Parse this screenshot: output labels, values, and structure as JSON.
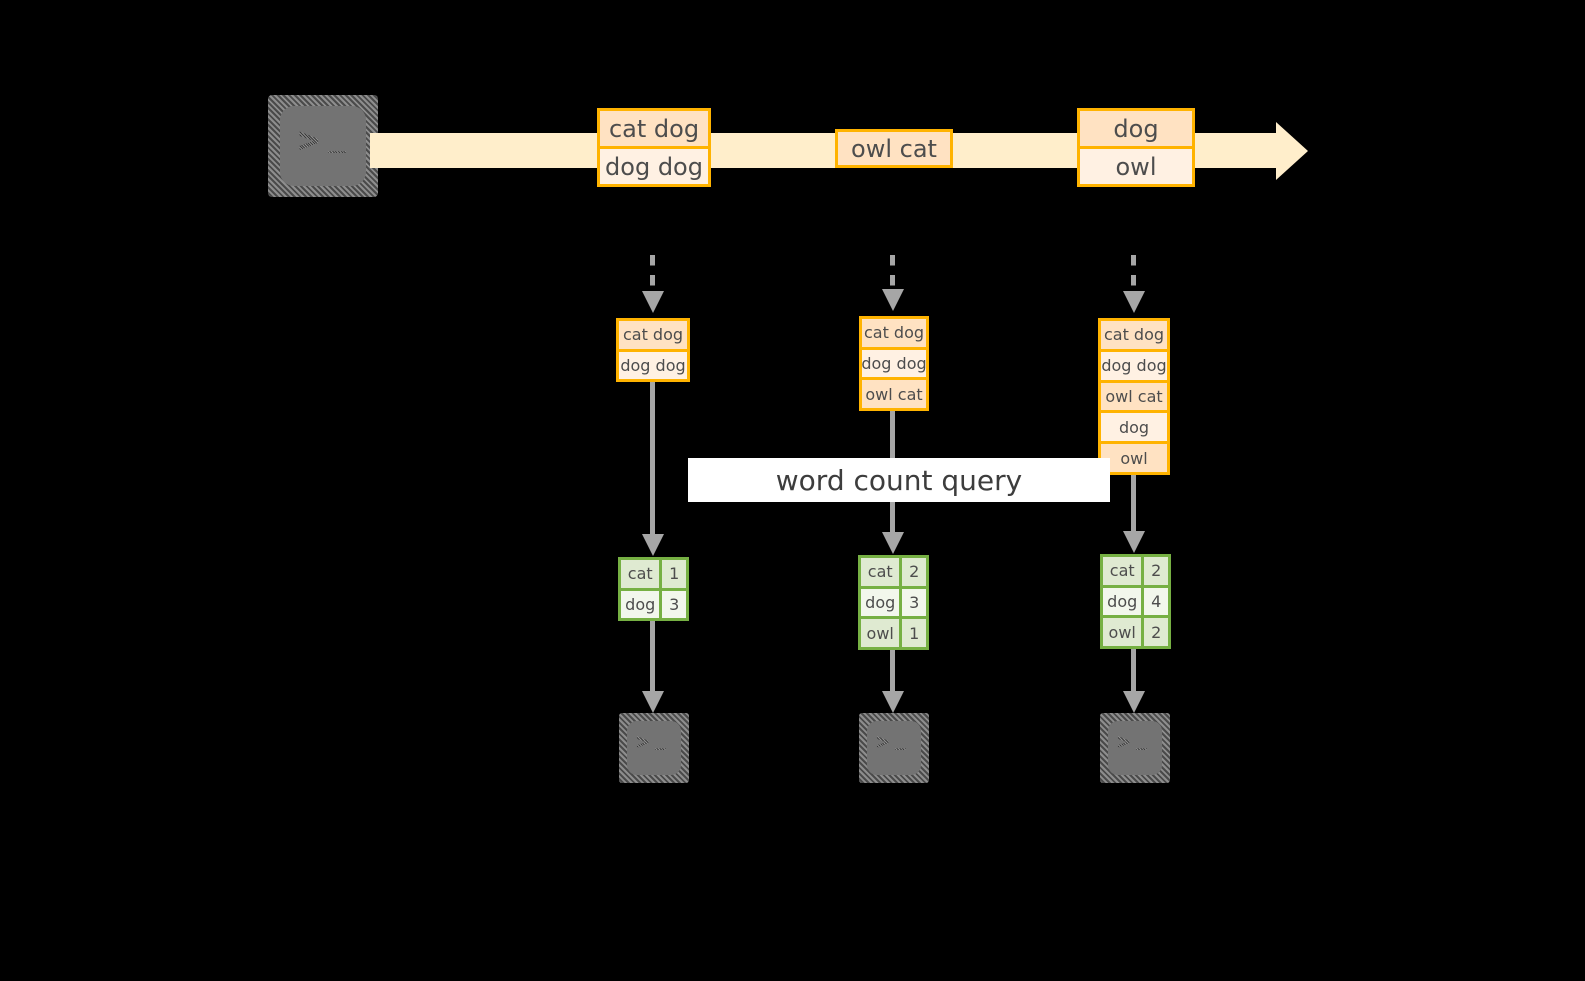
{
  "diagram": {
    "title_banner": "word count query",
    "colors": {
      "record_border": "#ffb300",
      "record_fill_dark": "#ffe2c2",
      "record_fill_light": "#fff1e3",
      "stream_band": "#ffeecb",
      "result_border": "#76b043",
      "result_fill_dark": "#dfead1",
      "result_fill_light": "#f2f7ec",
      "arrow_gray": "#a6a6a6",
      "terminal_gray": "#737373",
      "banner_bg": "#ffffff",
      "background": "#000000"
    },
    "source_terminal": {
      "glyph": ">",
      "cursor": "_",
      "name": "terminal"
    },
    "stream": {
      "groups": [
        {
          "rows": [
            {
              "text": "cat dog",
              "shade": "dark"
            },
            {
              "text": "dog dog",
              "shade": "light"
            }
          ]
        },
        {
          "rows": [
            {
              "text": "owl cat",
              "shade": "dark"
            }
          ]
        },
        {
          "rows": [
            {
              "text": "dog",
              "shade": "dark"
            },
            {
              "text": "owl",
              "shade": "light"
            }
          ]
        }
      ]
    },
    "pipeline": [
      {
        "accumulated": [
          {
            "text": "cat dog",
            "shade": "dark"
          },
          {
            "text": "dog dog",
            "shade": "light"
          }
        ],
        "result": {
          "rows": [
            {
              "word": "cat",
              "count": "1",
              "shade": "dark"
            },
            {
              "word": "dog",
              "count": "3",
              "shade": "light"
            }
          ]
        },
        "sink_terminal": {
          "glyph": ">",
          "cursor": "_"
        }
      },
      {
        "accumulated": [
          {
            "text": "cat dog",
            "shade": "dark"
          },
          {
            "text": "dog dog",
            "shade": "light"
          },
          {
            "text": "owl cat",
            "shade": "dark"
          }
        ],
        "result": {
          "rows": [
            {
              "word": "cat",
              "count": "2",
              "shade": "dark"
            },
            {
              "word": "dog",
              "count": "3",
              "shade": "light"
            },
            {
              "word": "owl",
              "count": "1",
              "shade": "dark"
            }
          ]
        },
        "sink_terminal": {
          "glyph": ">",
          "cursor": "_"
        }
      },
      {
        "accumulated": [
          {
            "text": "cat dog",
            "shade": "dark"
          },
          {
            "text": "dog dog",
            "shade": "light"
          },
          {
            "text": "owl cat",
            "shade": "dark"
          },
          {
            "text": "dog",
            "shade": "light"
          },
          {
            "text": "owl",
            "shade": "dark"
          }
        ],
        "result": {
          "rows": [
            {
              "word": "cat",
              "count": "2",
              "shade": "dark"
            },
            {
              "word": "dog",
              "count": "4",
              "shade": "light"
            },
            {
              "word": "owl",
              "count": "2",
              "shade": "dark"
            }
          ]
        },
        "sink_terminal": {
          "glyph": ">",
          "cursor": "_"
        }
      }
    ]
  }
}
